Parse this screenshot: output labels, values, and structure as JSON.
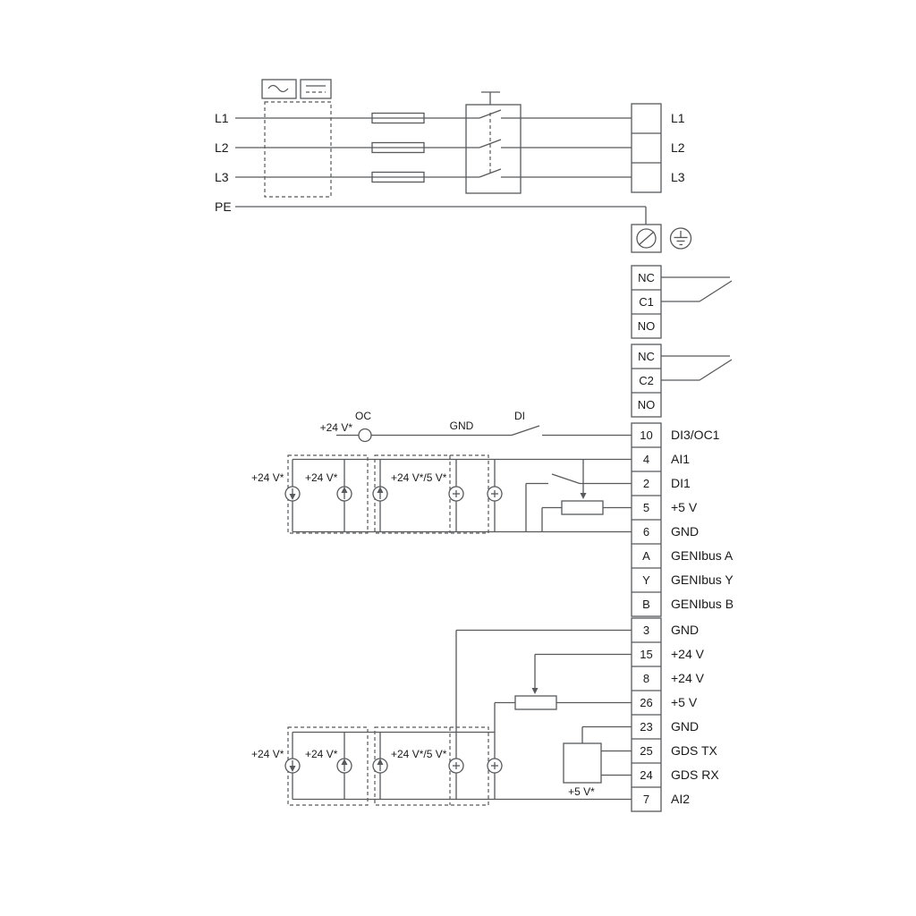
{
  "power": {
    "inputs": [
      "L1",
      "L2",
      "L3"
    ],
    "pe": "PE",
    "outputs": [
      "L1",
      "L2",
      "L3"
    ]
  },
  "relays": [
    {
      "rows": [
        "NC",
        "C1",
        "NO"
      ]
    },
    {
      "rows": [
        "NC",
        "C2",
        "NO"
      ]
    }
  ],
  "io1": {
    "rows": [
      {
        "pin": "10",
        "label": "DI3/OC1"
      },
      {
        "pin": "4",
        "label": "AI1"
      },
      {
        "pin": "2",
        "label": "DI1"
      },
      {
        "pin": "5",
        "label": "+5 V"
      },
      {
        "pin": "6",
        "label": "GND"
      },
      {
        "pin": "A",
        "label": "GENIbus A"
      },
      {
        "pin": "Y",
        "label": "GENIbus Y"
      },
      {
        "pin": "B",
        "label": "GENIbus B"
      }
    ]
  },
  "io2": {
    "rows": [
      {
        "pin": "3",
        "label": "GND"
      },
      {
        "pin": "15",
        "label": "+24 V"
      },
      {
        "pin": "8",
        "label": "+24 V"
      },
      {
        "pin": "26",
        "label": "+5 V"
      },
      {
        "pin": "23",
        "label": "GND"
      },
      {
        "pin": "25",
        "label": "GDS TX"
      },
      {
        "pin": "24",
        "label": "GDS RX"
      },
      {
        "pin": "7",
        "label": "AI2"
      }
    ]
  },
  "annotations": {
    "oc": "OC",
    "gnd": "GND",
    "di": "DI",
    "v24": "+24 V*",
    "v24_5": "+24 V*/5 V*",
    "v5": "+5 V*"
  },
  "colors": {
    "line": "#58595b",
    "text": "#1a1a1a",
    "background": "#ffffff"
  }
}
